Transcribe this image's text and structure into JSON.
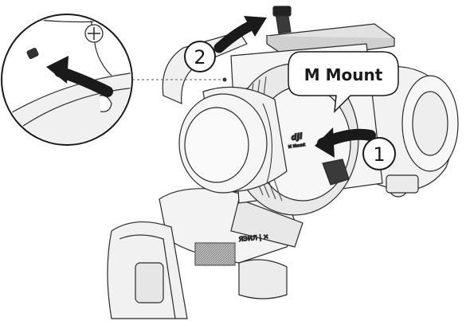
{
  "callout": {
    "label": "M Mount"
  },
  "steps": [
    {
      "number": "1"
    },
    {
      "number": "2"
    }
  ],
  "colors": {
    "outline": "#2a2a2a",
    "fill_light": "#f2f2f2",
    "fill_mid": "#d8d8d8",
    "arrow": "#1a1a1a"
  }
}
